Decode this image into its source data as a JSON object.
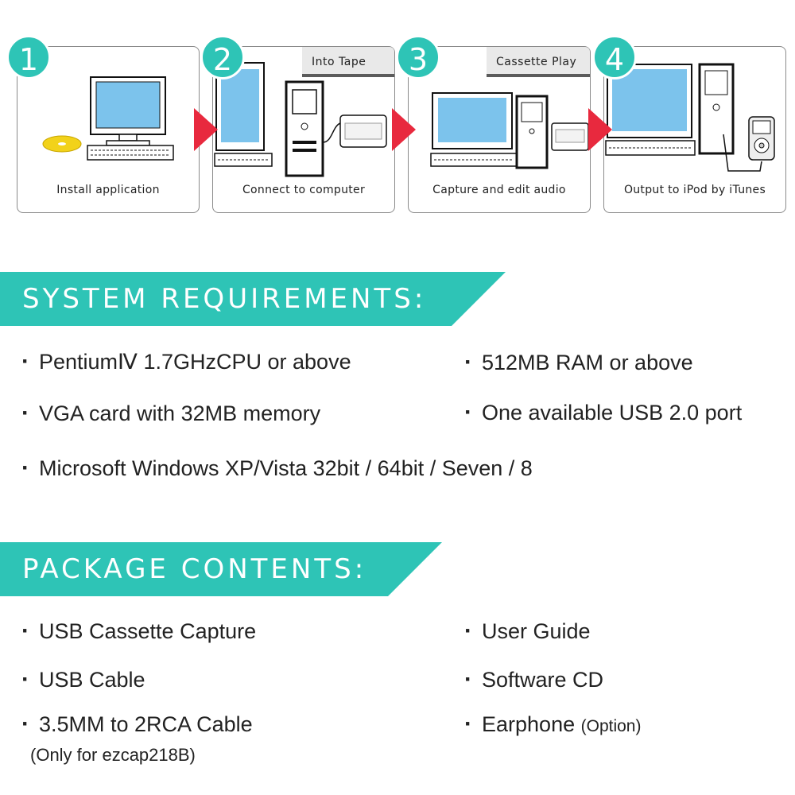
{
  "steps": [
    {
      "number": "1",
      "caption": "Install application",
      "tag": ""
    },
    {
      "number": "2",
      "caption": "Connect to computer",
      "tag": "Into Tape"
    },
    {
      "number": "3",
      "caption": "Capture and edit  audio",
      "tag": "Cassette Play"
    },
    {
      "number": "4",
      "caption": "Output to iPod by iTunes",
      "tag": ""
    }
  ],
  "system": {
    "title": "SYSTEM REQUIREMENTS:",
    "items": [
      "PentiumⅣ 1.7GHzCPU or above",
      "512MB RAM or above",
      "VGA card with 32MB memory",
      "One available USB 2.0 port",
      "Microsoft Windows XP/Vista 32bit / 64bit / Seven / 8"
    ]
  },
  "package": {
    "title": "PACKAGE CONTENTS:",
    "items": [
      "USB Cassette Capture",
      "User Guide",
      "USB Cable",
      "Software CD",
      "3.5MM to 2RCA Cable",
      "Earphone"
    ],
    "earphone_note": "(Option)",
    "cable_note": "(Only for ezcap218B)"
  },
  "colors": {
    "teal": "#2ec4b6",
    "arrow_red": "#e8293e",
    "screen_blue": "#4aa3d6"
  },
  "icons": [
    "monitor-icon",
    "keyboard-icon",
    "cd-icon",
    "tower-pc-icon",
    "cassette-player-icon",
    "ipod-icon"
  ]
}
